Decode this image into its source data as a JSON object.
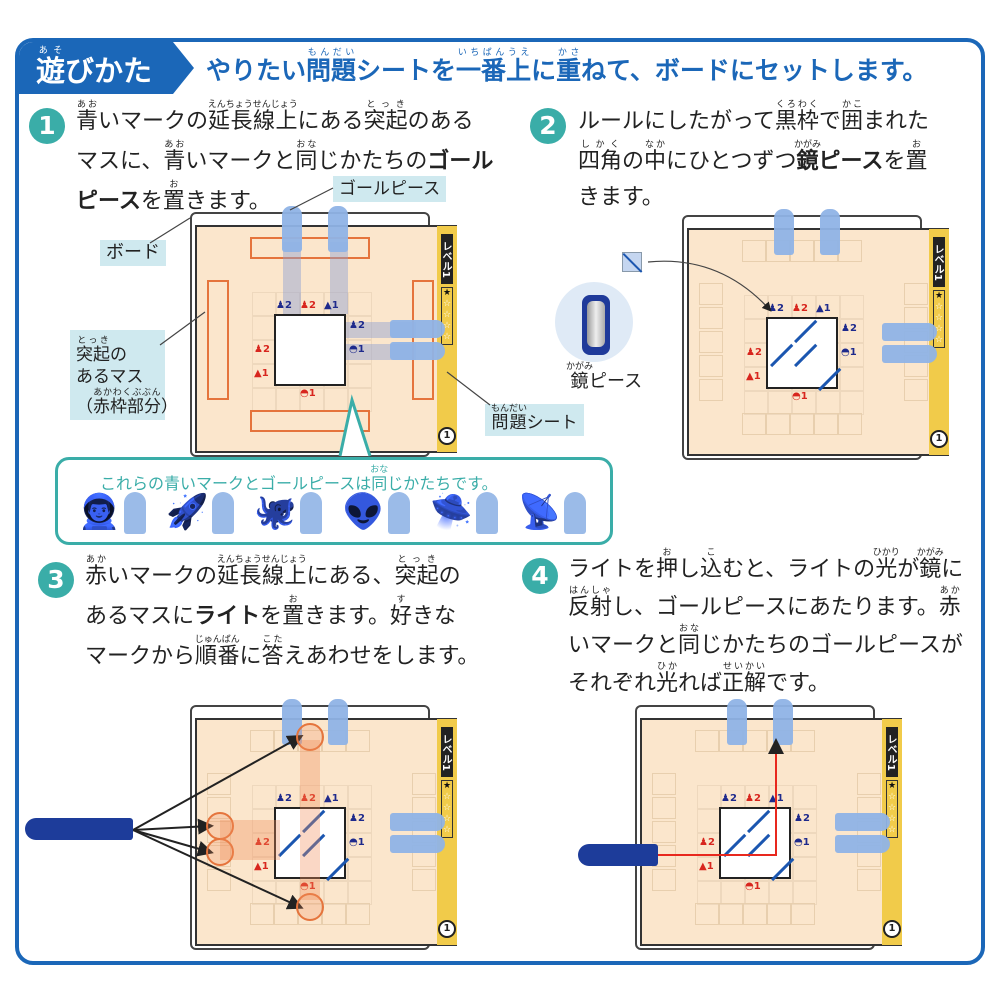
{
  "header": {
    "tab": [
      {
        "t": "遊",
        "r": "あそ"
      },
      {
        "t": "びかた"
      }
    ],
    "title": [
      {
        "t": "やりたい"
      },
      {
        "t": "問題",
        "r": "もんだい"
      },
      {
        "t": "シートを"
      },
      {
        "t": "一番",
        "r": "いちばん"
      },
      {
        "t": "上",
        "r": "うえ"
      },
      {
        "t": "に"
      },
      {
        "t": "重",
        "r": "かさ"
      },
      {
        "t": "ねて、ボードにセットします。"
      }
    ]
  },
  "steps": [
    {
      "num": "1",
      "lines": [
        [
          {
            "t": "青",
            "r": "あお"
          },
          {
            "t": "いマークの"
          },
          {
            "t": "延長線上",
            "r": "えんちょうせんじょう"
          },
          {
            "t": "にある"
          },
          {
            "t": "突起",
            "r": "とっき"
          },
          {
            "t": "のある"
          }
        ],
        [
          {
            "t": "マスに、"
          },
          {
            "t": "青",
            "r": "あお"
          },
          {
            "t": "いマークと"
          },
          {
            "t": "同",
            "r": "おな"
          },
          {
            "t": "じかたちの"
          },
          {
            "t": "ゴール",
            "b": true
          }
        ],
        [
          {
            "t": "ピース",
            "b": true
          },
          {
            "t": "を"
          },
          {
            "t": "置",
            "r": "お"
          },
          {
            "t": "きます。"
          }
        ]
      ]
    },
    {
      "num": "2",
      "lines": [
        [
          {
            "t": "ルールにしたがって"
          },
          {
            "t": "黒枠",
            "r": "くろわく"
          },
          {
            "t": "で"
          },
          {
            "t": "囲",
            "r": "かこ"
          },
          {
            "t": "まれた"
          }
        ],
        [
          {
            "t": "四角",
            "r": "しかく"
          },
          {
            "t": "の"
          },
          {
            "t": "中",
            "r": "なか"
          },
          {
            "t": "にひとつずつ"
          },
          {
            "t": "鏡",
            "r": "かがみ",
            "b": true
          },
          {
            "t": "ピース",
            "b": true
          },
          {
            "t": "を"
          },
          {
            "t": "置",
            "r": "お"
          }
        ],
        [
          {
            "t": "きます。"
          }
        ]
      ]
    },
    {
      "num": "3",
      "lines": [
        [
          {
            "t": "赤",
            "r": "あか"
          },
          {
            "t": "いマークの"
          },
          {
            "t": "延長線上",
            "r": "えんちょうせんじょう"
          },
          {
            "t": "にある、"
          },
          {
            "t": "突起",
            "r": "とっき"
          },
          {
            "t": "の"
          }
        ],
        [
          {
            "t": "あるマスに"
          },
          {
            "t": "ライト",
            "b": true
          },
          {
            "t": "を"
          },
          {
            "t": "置",
            "r": "お"
          },
          {
            "t": "きます。"
          },
          {
            "t": "好",
            "r": "す"
          },
          {
            "t": "きな"
          }
        ],
        [
          {
            "t": "マークから"
          },
          {
            "t": "順番",
            "r": "じゅんばん"
          },
          {
            "t": "に"
          },
          {
            "t": "答",
            "r": "こた"
          },
          {
            "t": "えあわせをします。"
          }
        ]
      ]
    },
    {
      "num": "4",
      "lines": [
        [
          {
            "t": "ライトを"
          },
          {
            "t": "押",
            "r": "お"
          },
          {
            "t": "し"
          },
          {
            "t": "込",
            "r": "こ"
          },
          {
            "t": "むと、ライトの"
          },
          {
            "t": "光",
            "r": "ひかり"
          },
          {
            "t": "が"
          },
          {
            "t": "鏡",
            "r": "かがみ"
          },
          {
            "t": "に"
          }
        ],
        [
          {
            "t": "反射",
            "r": "はんしゃ"
          },
          {
            "t": "し、ゴールピースにあたります。"
          },
          {
            "t": "赤",
            "r": "あか"
          }
        ],
        [
          {
            "t": "いマークと"
          },
          {
            "t": "同",
            "r": "おな"
          },
          {
            "t": "じかたちのゴールピースが"
          }
        ],
        [
          {
            "t": "それぞれ"
          },
          {
            "t": "光",
            "r": "ひか"
          },
          {
            "t": "れば"
          },
          {
            "t": "正解",
            "r": "せいかい"
          },
          {
            "t": "です。"
          }
        ]
      ]
    }
  ],
  "labels": {
    "goal_piece": "ゴールピース",
    "board": "ボード",
    "bump": [
      [
        {
          "t": "突起",
          "r": "とっき"
        },
        {
          "t": "の"
        }
      ],
      [
        {
          "t": "あるマス"
        }
      ],
      [
        {
          "t": "（"
        },
        {
          "t": "赤枠部分",
          "r": "あかわくぶぶん"
        },
        {
          "t": "）"
        }
      ]
    ],
    "problem_sheet": [
      {
        "t": "問題",
        "r": "もんだい"
      },
      {
        "t": "シート"
      }
    ],
    "mirror_piece": [
      {
        "t": "鏡",
        "r": "かがみ"
      },
      {
        "t": "ピース"
      }
    ]
  },
  "callout": [
    {
      "t": "これらの青いマークとゴールピースは"
    },
    {
      "t": "同",
      "r": "おな"
    },
    {
      "t": "じかたちです。"
    }
  ],
  "sheet": {
    "level": "レベル1",
    "level_num": "1",
    "stars": "★☆☆☆☆"
  },
  "marks": {
    "top": [
      {
        "c": "b",
        "s": "♟2"
      },
      {
        "c": "r",
        "s": "♟2"
      },
      {
        "c": "b",
        "s": "▲1"
      }
    ],
    "right": [
      {
        "c": "b",
        "s": "♟2"
      },
      {
        "c": "b",
        "s": "◓1"
      }
    ],
    "left": [
      {
        "c": "r",
        "s": "♟2"
      },
      {
        "c": "r",
        "s": "▲1"
      }
    ],
    "bottom": [
      {
        "c": "r",
        "s": "◓1"
      }
    ]
  },
  "icons": [
    "astronaut-icon",
    "rocket-icon",
    "octopus-alien-icon",
    "alien-head-icon",
    "ufo-icon",
    "satellite-dish-icon"
  ],
  "colors": {
    "brand": "#1b67b8",
    "teal": "#3aada8",
    "rail": "#e5743c",
    "sheet": "#f1cb4a"
  }
}
